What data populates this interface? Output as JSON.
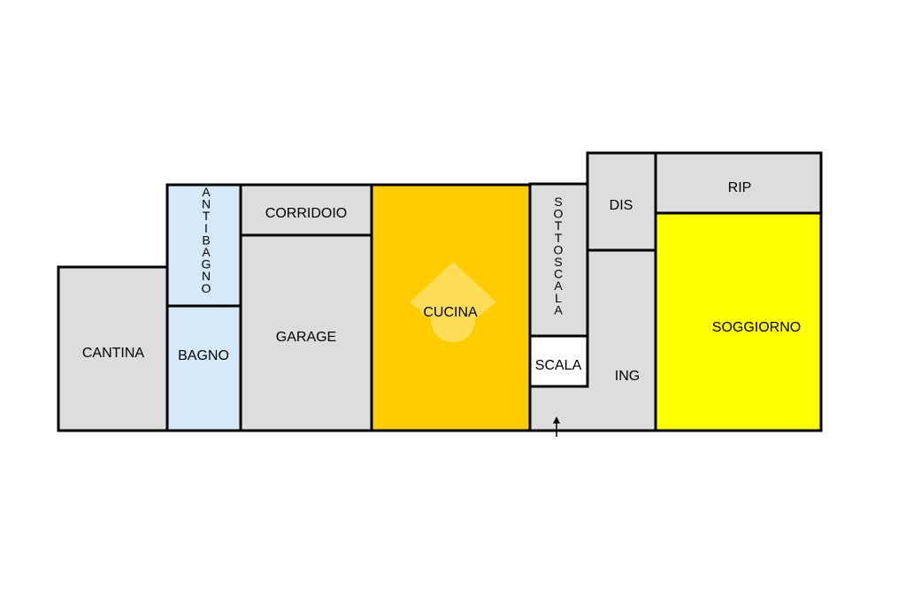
{
  "colors": {
    "wall": "#000000",
    "room_default": "#dddddd",
    "room_blue": "#d6e9fb",
    "room_orange": "#ffcc00",
    "room_yellow": "#ffff00",
    "room_white": "#ffffff",
    "watermark": "#ffffff"
  },
  "rooms": {
    "cantina": "CANTINA",
    "antibagno": "ANTIBAGNO",
    "bagno": "BAGNO",
    "corridoio": "CORRIDOIO",
    "garage": "GARAGE",
    "cucina": "CUCINA",
    "sottoscala": "SOTTOSCALA",
    "scala": "SCALA",
    "dis": "DIS",
    "rip": "RIP",
    "ing": "ING",
    "soggiorno": "SOGGIORNO"
  },
  "icons": {
    "watermark": "house-logo-icon",
    "entrance": "entrance-arrow-icon"
  }
}
